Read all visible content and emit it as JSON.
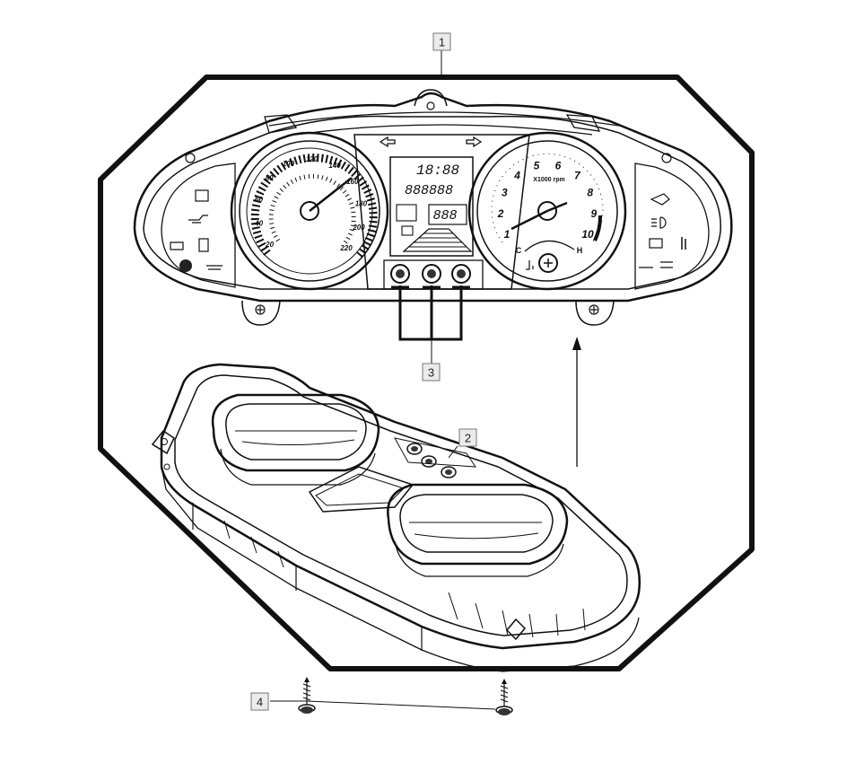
{
  "callouts": [
    {
      "id": "1",
      "label": "1"
    },
    {
      "id": "2",
      "label": "2"
    },
    {
      "id": "3",
      "label": "3"
    },
    {
      "id": "4",
      "label": "4"
    }
  ],
  "speedometer": {
    "numbers": [
      "20",
      "40",
      "60",
      "80",
      "100",
      "120",
      "140",
      "160",
      "180",
      "200",
      "220"
    ]
  },
  "tachometer": {
    "numbers": [
      "1",
      "2",
      "3",
      "4",
      "5",
      "6",
      "7",
      "8",
      "9",
      "10"
    ],
    "unit": "X1000 rpm",
    "temp_cold": "C",
    "temp_hot": "H"
  },
  "lcd": {
    "clock": "18:88",
    "odometer": "888888",
    "trip": "888"
  },
  "colors": {
    "line": "#111111",
    "callout_fill": "#ebebeb"
  }
}
